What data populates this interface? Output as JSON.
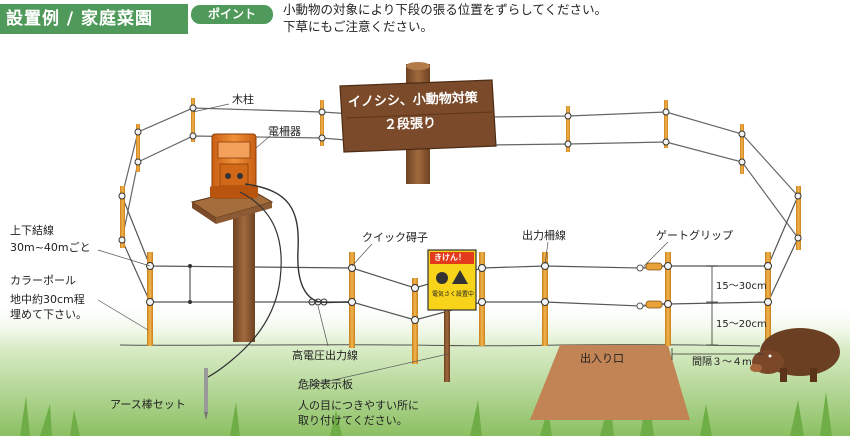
{
  "header": {
    "title": "設置例 / 家庭菜園",
    "point_badge": "ポイント",
    "note_line1": "小動物の対象により下段の張る位置をずらしてください。",
    "note_line2": "下草にもご注意ください。"
  },
  "sign": {
    "line1": "イノシシ、小動物対策",
    "line2": "２段張り"
  },
  "warning_plate": {
    "title": "きけん！",
    "subtitle": "電気さく設置中"
  },
  "labels": {
    "wood_post": "木柱",
    "energizer": "電柵器",
    "wire_top_bottom": "上下結線",
    "wire_spacing": "30m~40mごと",
    "color_pole": "カラーポール",
    "pole_depth_1": "地中約30cm程",
    "pole_depth_2": "埋めて下さい。",
    "quick_insulator": "クイック碍子",
    "output_wire": "出力柵線",
    "gate_grip": "ゲートグリップ",
    "gap_upper": "15～30cm",
    "gap_lower": "15～20cm",
    "hv_output_wire": "高電圧出力線",
    "earth_rod": "アース棒セット",
    "entrance": "出入り口",
    "spacing": "間隔３～４m",
    "danger_sign": "危険表示板",
    "danger_note_1": "人の目につきやすい所に",
    "danger_note_2": "取り付けてください。"
  },
  "colors": {
    "header_green": "#4f9a5a",
    "pole_orange": "#e8a23a",
    "energizer_orange": "#e37b21",
    "wood_brown": "#8c5a33",
    "sign_brown": "#7a4a2a",
    "plate_yellow": "#f7d31a",
    "ground_brown": "#b97a4e",
    "grass_green": "#8fc26a"
  }
}
